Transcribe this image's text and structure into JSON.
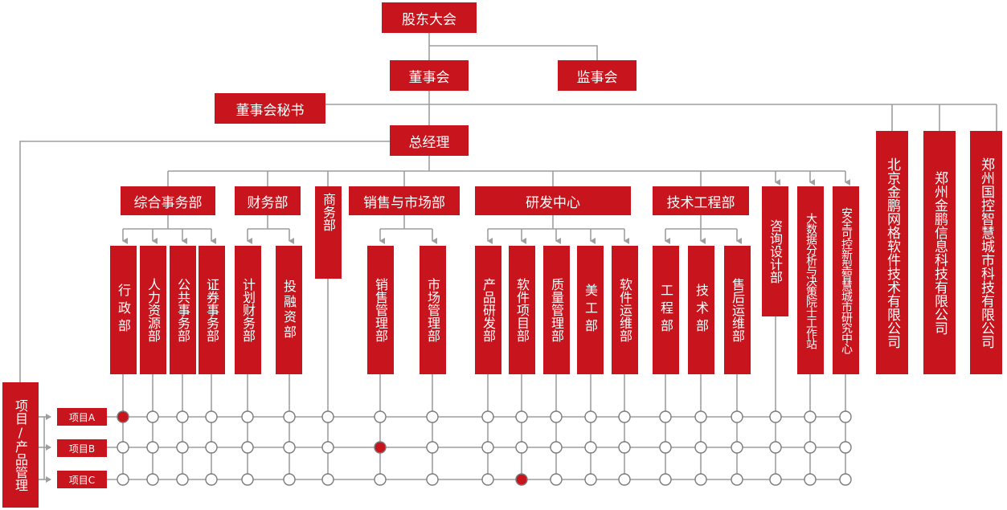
{
  "top": {
    "shareholders": "股东大会",
    "board": "董事会",
    "supervisors": "监事会",
    "secretary": "董事会秘书",
    "gm": "总经理"
  },
  "groups": [
    {
      "label": "综合事务部",
      "children": [
        "行政部",
        "人力资源部",
        "公共事务部",
        "证券事务部"
      ]
    },
    {
      "label": "财务部",
      "children": [
        "计划财务部",
        "投融资部"
      ]
    },
    {
      "label": "商务部",
      "children": []
    },
    {
      "label": "销售与市场部",
      "children": [
        "销售管理部",
        "市场管理部"
      ]
    },
    {
      "label": "研发中心",
      "children": [
        "产品研发部",
        "软件项目部",
        "质量管理部",
        "美工部",
        "软件运维部"
      ]
    },
    {
      "label": "技术工程部",
      "children": [
        "工程部",
        "技术部",
        "售后运维部"
      ]
    },
    {
      "label": "咨询设计部",
      "children": []
    },
    {
      "label": "大数据分析与决策院士工作站",
      "children": []
    },
    {
      "label": "安全可控新型智慧城市研究中心",
      "children": []
    }
  ],
  "subsidiaries": [
    "北京金鹏网格软件技术有限公司",
    "郑州金鹏信息科技有限公司",
    "郑州国控智慧城市科技有限公司"
  ],
  "project_mgmt": "项目/产品管理",
  "projects": [
    "项目A",
    "项目B",
    "项目C"
  ],
  "highlight": [
    {
      "project": "项目A",
      "unit": "行政部"
    },
    {
      "project": "项目B",
      "unit": "销售管理部"
    },
    {
      "project": "项目C",
      "unit": "软件项目部"
    }
  ],
  "colors": {
    "box": "#c8141c",
    "line": "#9e9e9e",
    "node_fill": "#ffffff",
    "node_active": "#c8141c"
  }
}
